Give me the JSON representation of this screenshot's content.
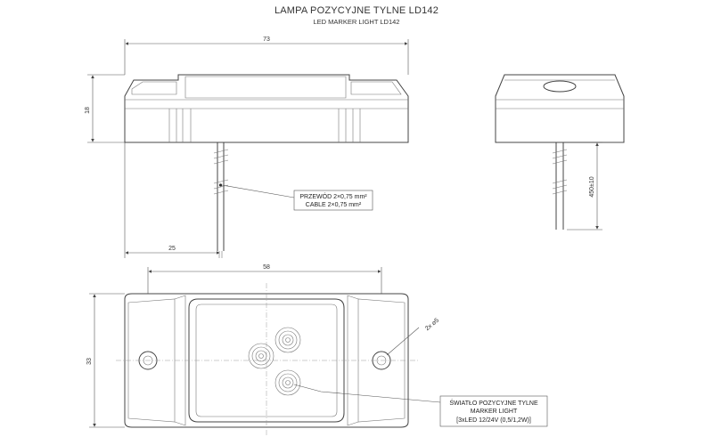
{
  "title": "LAMPA POZYCYJNE TYLNE LD142",
  "subtitle": "LED MARKER LIGHT LD142",
  "dimensions": {
    "top_width": "73",
    "height": "18",
    "cable_offset": "25",
    "cable_length": "450±10",
    "front_center_spacing": "58",
    "front_height": "33",
    "holes": "2x ⌀5"
  },
  "cable_label": {
    "line1": "PRZEWÓD 2×0,75 mm²",
    "line2": "CABLE 2×0,75 mm²"
  },
  "light_label": {
    "line1": "ŚWIATŁO POZYCYJNE TYLNE",
    "line2": "MARKER LIGHT",
    "line3": "[3xLED 12/24V (0,5/1,2W)]"
  }
}
